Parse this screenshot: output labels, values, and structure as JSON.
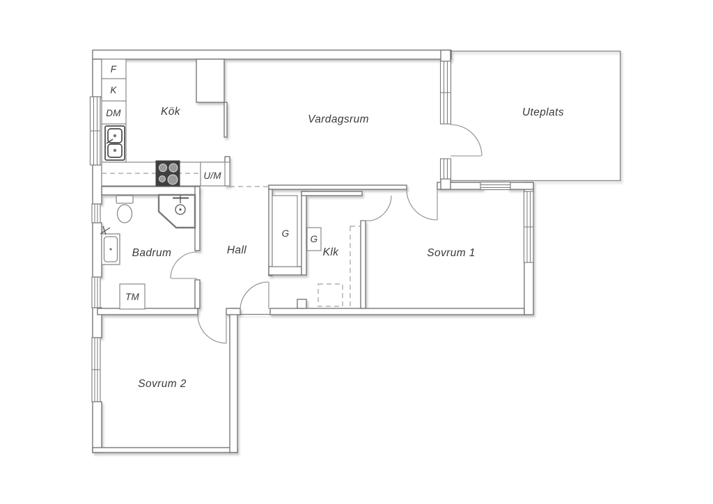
{
  "labels": {
    "kok": "Kök",
    "vardagsrum": "Vardagsrum",
    "uteplats": "Uteplats",
    "badrum": "Badrum",
    "hall": "Hall",
    "klk": "Klk",
    "sovrum1": "Sovrum 1",
    "sovrum2": "Sovrum 2",
    "f": "F",
    "k": "K",
    "dm": "DM",
    "um": "U/M",
    "tm": "TM",
    "g_hall": "G",
    "g_klk": "G"
  },
  "colors": {
    "background": "#ffffff",
    "wall_line": "#6e6e6e",
    "fixture_line": "#8a8a8a",
    "stove_dark": "#3f3f3f",
    "text": "#3a3a3a",
    "dashed_line": "#9f9f9f"
  }
}
